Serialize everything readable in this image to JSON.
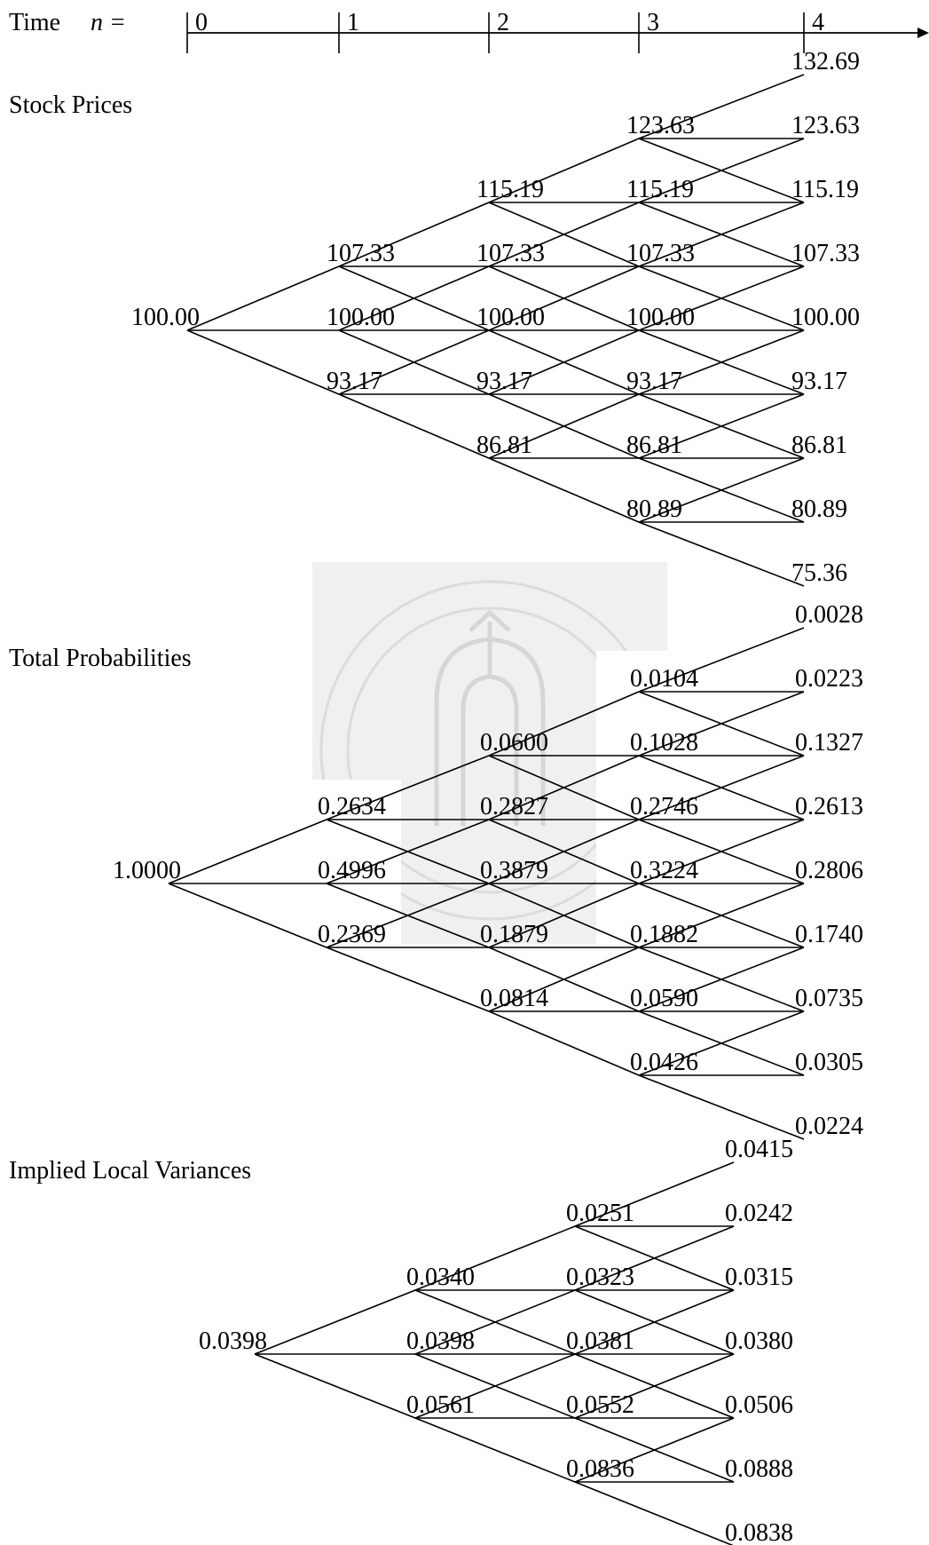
{
  "time_axis": {
    "label": "Time",
    "variable": "n =",
    "steps": [
      "0",
      "1",
      "2",
      "3",
      "4"
    ]
  },
  "sections": [
    {
      "title": "Stock Prices",
      "levels": [
        [
          "100.00"
        ],
        [
          "107.33",
          "100.00",
          "93.17"
        ],
        [
          "115.19",
          "107.33",
          "100.00",
          "93.17",
          "86.81"
        ],
        [
          "123.63",
          "115.19",
          "107.33",
          "100.00",
          "93.17",
          "86.81",
          "80.89"
        ],
        [
          "132.69",
          "123.63",
          "115.19",
          "107.33",
          "100.00",
          "93.17",
          "86.81",
          "80.89",
          "75.36"
        ]
      ]
    },
    {
      "title": "Total Probabilities",
      "levels": [
        [
          "1.0000"
        ],
        [
          "0.2634",
          "0.4996",
          "0.2369"
        ],
        [
          "0.0600",
          "0.2827",
          "0.3879",
          "0.1879",
          "0.0814"
        ],
        [
          "0.0104",
          "0.1028",
          "0.2746",
          "0.3224",
          "0.1882",
          "0.0590",
          "0.0426"
        ],
        [
          "0.0028",
          "0.0223",
          "0.1327",
          "0.2613",
          "0.2806",
          "0.1740",
          "0.0735",
          "0.0305",
          "0.0224"
        ]
      ]
    },
    {
      "title": "Implied Local Variances",
      "levels": [
        [
          "0.0398"
        ],
        [
          "0.0340",
          "0.0398",
          "0.0561"
        ],
        [
          "0.0251",
          "0.0323",
          "0.0381",
          "0.0552",
          "0.0836"
        ],
        [
          "0.0415",
          "0.0242",
          "0.0315",
          "0.0380",
          "0.0506",
          "0.0888",
          "0.0838"
        ]
      ]
    }
  ]
}
